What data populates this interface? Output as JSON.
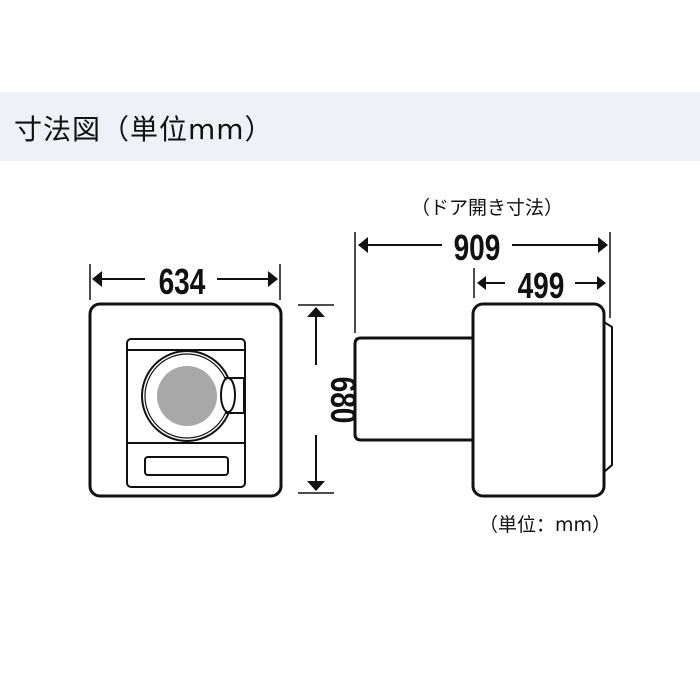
{
  "header": {
    "title": "寸法図（単位mm）"
  },
  "front_view": {
    "width_label": "634",
    "height_label": "680"
  },
  "side_view": {
    "caption": "（ドア開き寸法）",
    "door_open_depth_label": "909",
    "depth_label": "499",
    "unit_note": "（単位：mm）"
  },
  "colors": {
    "header_band": "#eef1f6",
    "line": "#111111",
    "drum_fill": "#a8a8a8"
  }
}
